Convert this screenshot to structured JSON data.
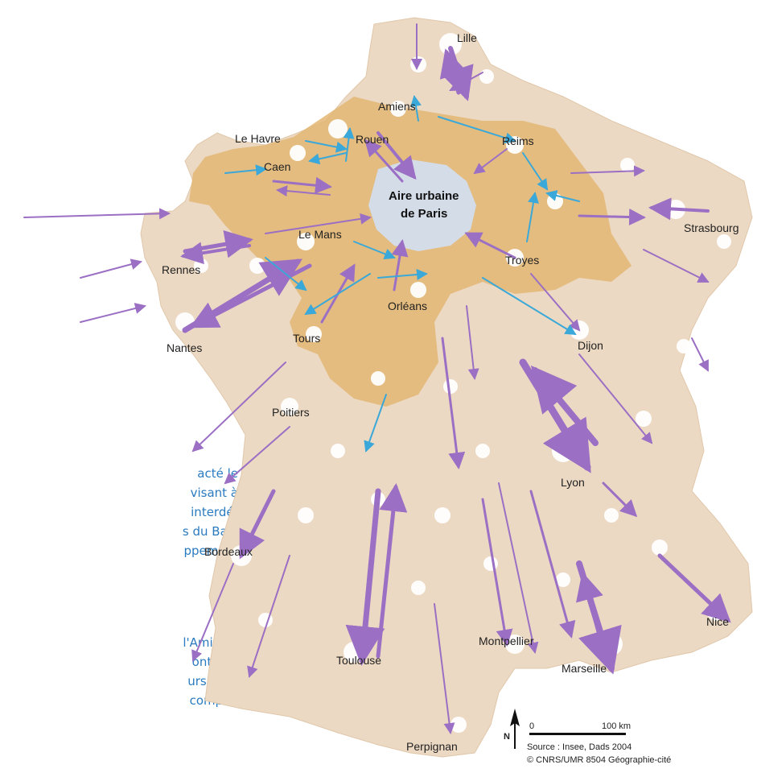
{
  "map": {
    "cities": {
      "lille": "Lille",
      "amiens": "Amiens",
      "le_havre": "Le Havre",
      "rouen": "Rouen",
      "reims": "Reims",
      "caen": "Caen",
      "paris_line1": "Aire urbaine",
      "paris_line2": "de Paris",
      "strasbourg": "Strasbourg",
      "le_mans": "Le Mans",
      "rennes": "Rennes",
      "troyes": "Troyes",
      "orleans": "Orléans",
      "nantes": "Nantes",
      "tours": "Tours",
      "dijon": "Dijon",
      "poitiers": "Poitiers",
      "lyon": "Lyon",
      "bordeaux": "Bordeaux",
      "nice": "Nice",
      "montpellier": "Montpellier",
      "toulouse": "Toulouse",
      "marseille": "Marseille",
      "perpignan": "Perpignan"
    },
    "legend": {
      "north": "N",
      "scale_zero": "0",
      "scale_label": "100 km",
      "source": "Source : Insee, Dads 2004",
      "copyright": "© CNRS/UMR 8504 Géographie-cité"
    },
    "colors": {
      "land": "#ecd9c3",
      "paris_zone": "#e3b673",
      "paris_core": "#d4dce8",
      "arrow_purple": "#9b6fc4",
      "arrow_blue": "#3aa8d8"
    }
  },
  "side_text": {
    "line1": "acté le",
    "line2": "visant à",
    "line3": "interdé-",
    "line4": "s du Bas-",
    "line5": "ppement",
    "line6": "l'Amiens,",
    "line7": "ont éla-",
    "line8": "urs. Une",
    "line9": "complé-"
  }
}
